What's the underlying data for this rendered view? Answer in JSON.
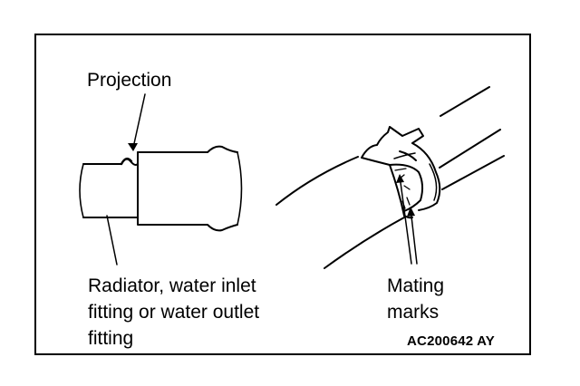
{
  "labels": {
    "projection": "Projection",
    "radiator": "Radiator, water inlet\nfitting or water outlet\nfitting",
    "mating_marks": "Mating\nmarks",
    "figure_code": "AC200642 AY"
  },
  "colors": {
    "line": "#000000",
    "background": "#ffffff"
  }
}
